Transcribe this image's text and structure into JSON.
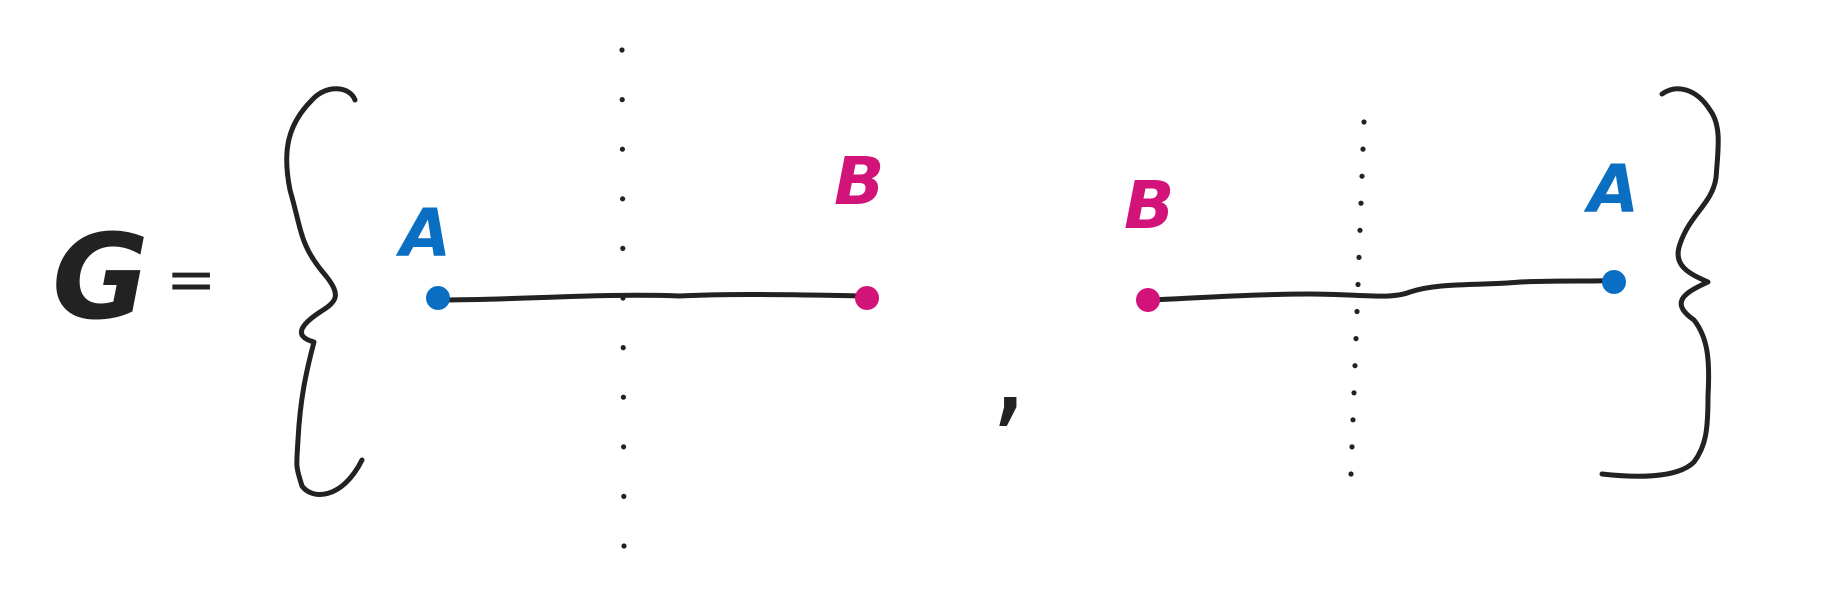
{
  "equation": {
    "lhs": "G",
    "relation": "=",
    "separator": ","
  },
  "elements": [
    {
      "left_label": "A",
      "right_label": "B",
      "left_color": "#0a6fc2",
      "right_color": "#d1137a"
    },
    {
      "left_label": "B",
      "right_label": "A",
      "left_color": "#d1137a",
      "right_color": "#0a6fc2"
    }
  ],
  "colors": {
    "ink": "#222222",
    "vertex_a": "#0a6fc2",
    "vertex_b": "#d1137a"
  }
}
